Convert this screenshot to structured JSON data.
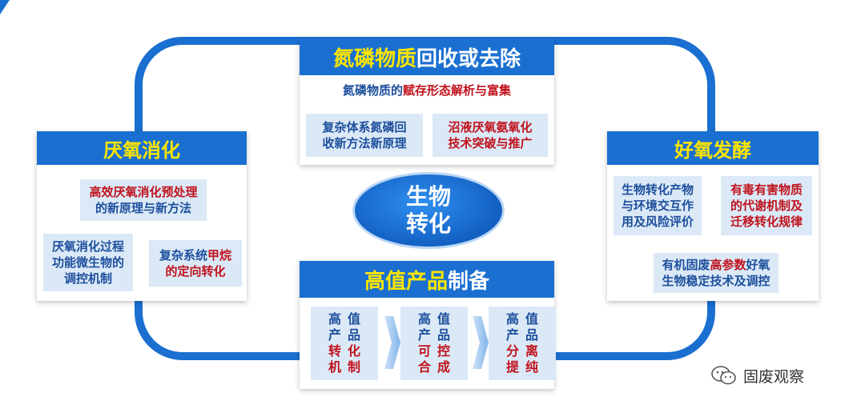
{
  "centre": {
    "line1": "生物",
    "line2": "转化"
  },
  "top_panel": {
    "title_a": "氮磷物质",
    "title_b": "回收或去除",
    "sub_a": "氮磷物质的",
    "sub_b": "赋存形态解析与富集",
    "card_left_a": "复杂体系氮磷回",
    "card_left_b": "收新方法新原理",
    "card_right_a": "沼液厌氧氨氧化",
    "card_right_b": "技术突破与推广"
  },
  "left_panel": {
    "title": "厌氧消化",
    "sub_a": "高效厌氧消化预处理",
    "sub_b": "的新原理与新方法",
    "card_left_a": "厌氧消化过程",
    "card_left_b": "功能微生物的",
    "card_left_c": "调控机制",
    "card_right_a": "复杂系统",
    "card_right_b": "甲烷",
    "card_right_c": "的定向转化"
  },
  "right_panel": {
    "title": "好氧发酵",
    "card_left_a": "生物转化产物",
    "card_left_b": "与环境交互作",
    "card_left_c": "用及风险评价",
    "card_right_a": "有毒有害物质",
    "card_right_b": "的代谢机制及",
    "card_right_c": "迁移转化规律",
    "bottom_a": "有机固废",
    "bottom_b": "高参数",
    "bottom_c": "好氧",
    "bottom_d": "生物稳定技术及调控"
  },
  "bottom_panel": {
    "title_a": "高值产品",
    "title_b": "制备",
    "step1": [
      "高值",
      "产品",
      "转化",
      "机制"
    ],
    "step2": [
      "高值",
      "产品",
      "可控",
      "合成"
    ],
    "step3": [
      "高值",
      "产品",
      "分离",
      "提纯"
    ]
  },
  "watermark": {
    "text": "固废观察"
  },
  "colors": {
    "primary_blue": "#1a6fd0",
    "title_yellow": "#ffe600",
    "accent_red": "#c0121c",
    "text_blue": "#1d4f9c",
    "card_fill": "#dbe9f7"
  }
}
